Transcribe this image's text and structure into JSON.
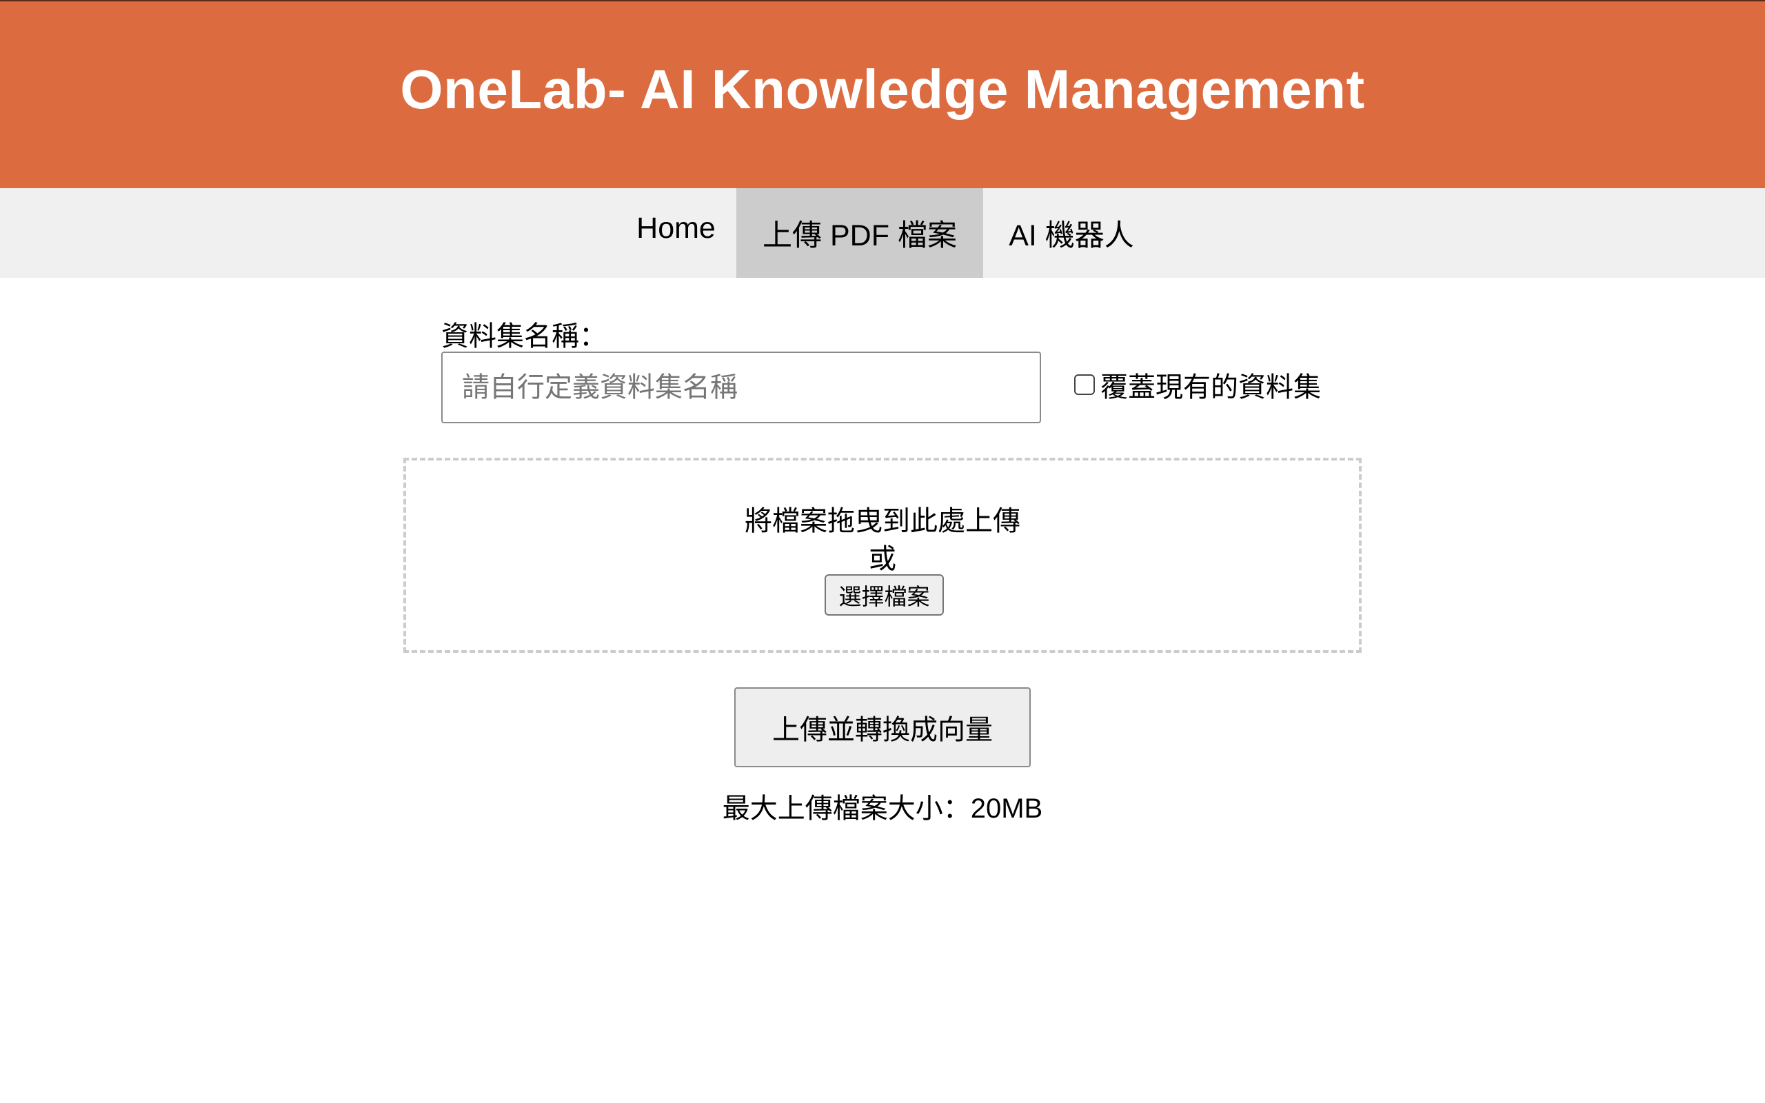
{
  "header": {
    "title": "OneLab- AI Knowledge Management",
    "background_color": "#dc6b3f"
  },
  "nav": {
    "items": [
      {
        "label": "Home",
        "active": false
      },
      {
        "label": "上傳 PDF 檔案",
        "active": true
      },
      {
        "label": "AI 機器人",
        "active": false
      }
    ]
  },
  "form": {
    "dataset_label": "資料集名稱：",
    "dataset_value": "",
    "dataset_placeholder": "請自行定義資料集名稱",
    "overwrite_label": "覆蓋現有的資料集",
    "overwrite_checked": false
  },
  "dropzone": {
    "drag_text": "將檔案拖曳到此處上傳",
    "or_text": "或",
    "choose_button_label": "選擇檔案"
  },
  "submit_button_label": "上傳並轉換成向量",
  "max_size_text": "最大上傳檔案大小：20MB"
}
